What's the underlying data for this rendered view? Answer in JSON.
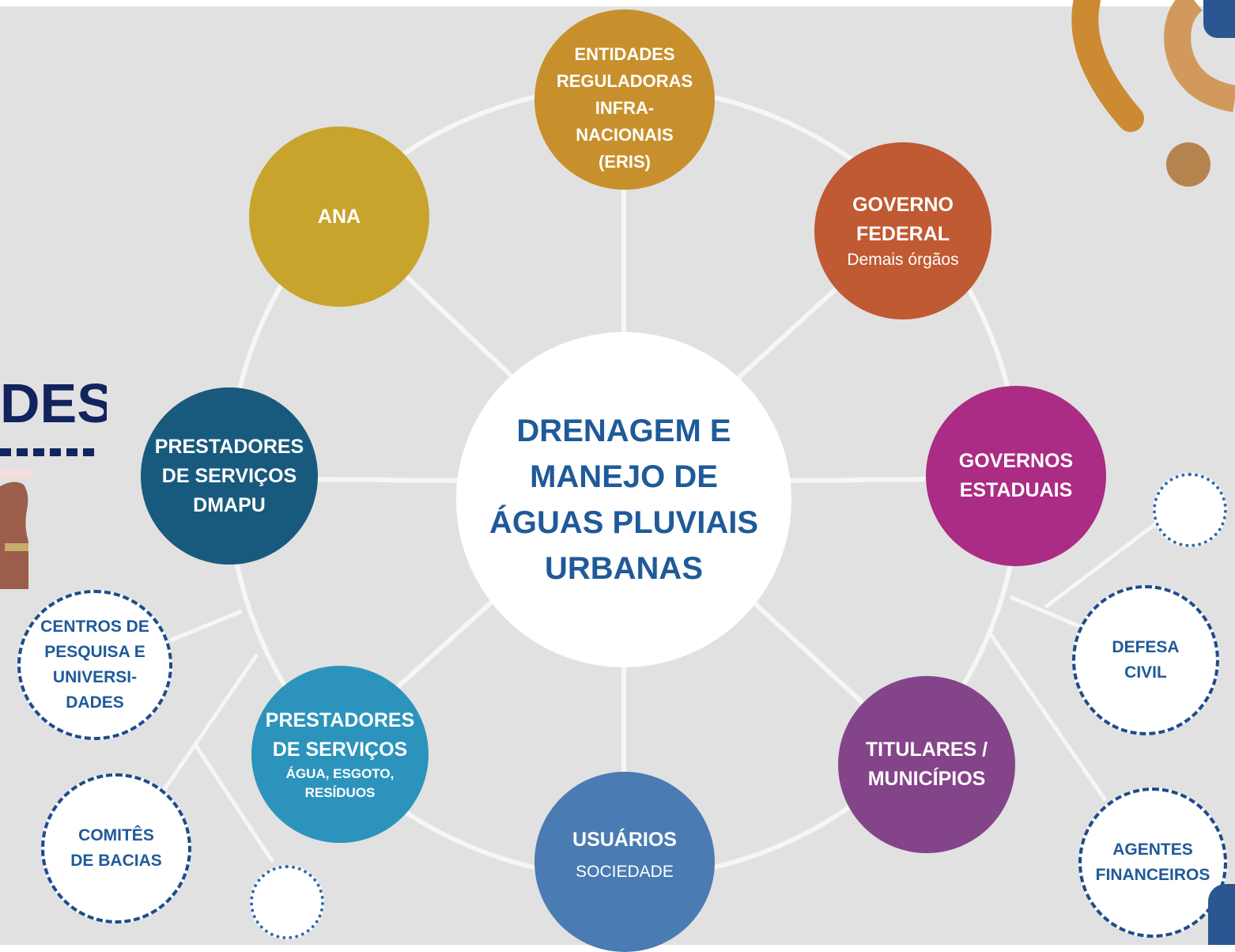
{
  "center": {
    "lines": [
      "DRENAGEM E",
      "MANEJO DE",
      "ÁGUAS PLUVIAIS",
      "URBANAS"
    ]
  },
  "actors": {
    "eris": {
      "lines": [
        "ENTIDADES",
        "REGULADORAS",
        "INFRA-",
        "NACIONAIS",
        "(ERIS)"
      ],
      "color": "#c8902c"
    },
    "governo_federal": {
      "title": [
        "GOVERNO",
        "FEDERAL"
      ],
      "subtitle": "Demais órgãos",
      "color": "#c05a33"
    },
    "governos_estaduais": {
      "lines": [
        "GOVERNOS",
        "ESTADUAIS"
      ],
      "color": "#ab2c84"
    },
    "titulares": {
      "lines": [
        "TITULARES /",
        "MUNICÍPIOS"
      ],
      "color": "#84448a"
    },
    "usuarios": {
      "title": "USUÁRIOS",
      "subtitle": "SOCIEDADE",
      "color": "#4a7bb3"
    },
    "prestadores_aer": {
      "title": [
        "PRESTADORES",
        "DE SERVIÇOS"
      ],
      "subtitle": [
        "ÁGUA, ESGOTO,",
        "RESÍDUOS"
      ],
      "color": "#2c94bc"
    },
    "prestadores_dmapu": {
      "lines": [
        "PRESTADORES",
        "DE SERVIÇOS",
        "DMAPU"
      ],
      "color": "#175a7e"
    },
    "ana": {
      "lines": [
        "ANA"
      ],
      "color": "#c9a42c"
    }
  },
  "secondary": {
    "centros": {
      "lines": [
        "CENTROS DE",
        "PESQUISA E",
        "UNIVERSI-",
        "DADES"
      ]
    },
    "comites": {
      "lines": [
        "COMITÊS",
        "DE BACIAS"
      ]
    },
    "defesa": {
      "lines": [
        "DEFESA",
        "CIVIL"
      ]
    },
    "agentes": {
      "lines": [
        "AGENTES",
        "FINANCEIROS"
      ]
    }
  },
  "partial_heading": "DES",
  "colors": {
    "panel": "#e1e1e1",
    "connector": "#f6f6f6",
    "text_blue": "#1f5a99",
    "dash_border": "#1f4b8c"
  }
}
